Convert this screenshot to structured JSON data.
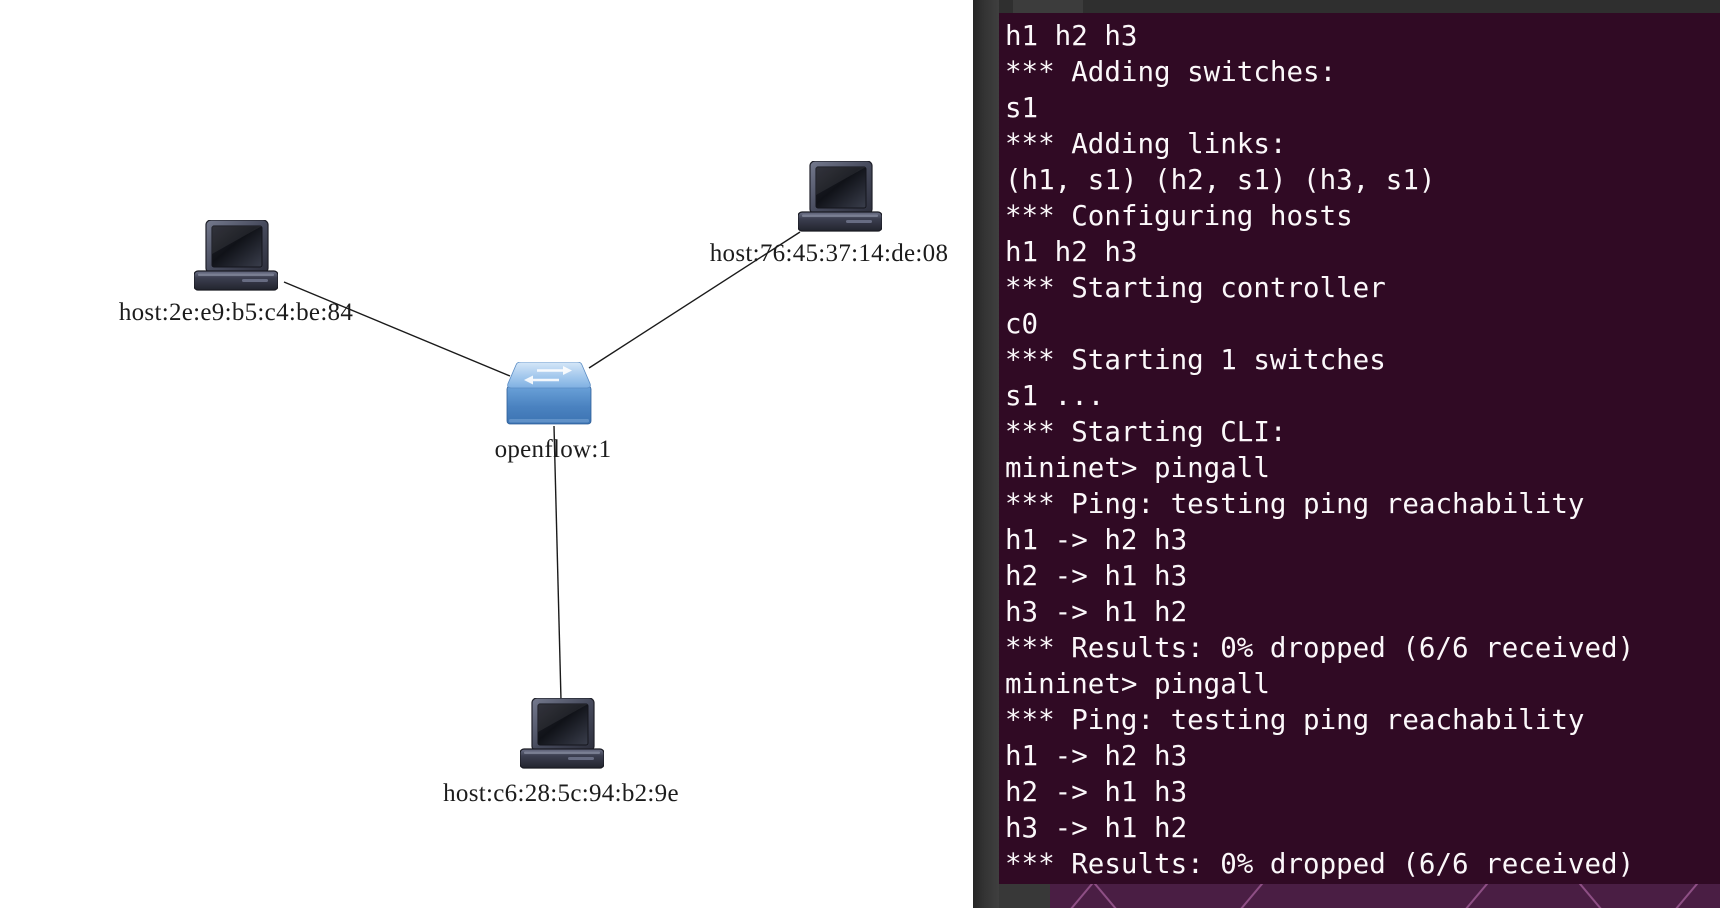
{
  "app": {
    "name": "network topology viewer with mininet terminal"
  },
  "topology": {
    "nodes": [
      {
        "id": "host-top-left",
        "type": "host",
        "icon": "laptop-icon",
        "label": "host:2e:e9:b5:c4:be:84"
      },
      {
        "id": "host-top-right",
        "type": "host",
        "icon": "laptop-icon",
        "label": "host:76:45:37:14:de:08"
      },
      {
        "id": "switch-center",
        "type": "switch",
        "icon": "switch-icon",
        "label": "openflow:1"
      },
      {
        "id": "host-bottom",
        "type": "host",
        "icon": "laptop-icon",
        "label": "host:c6:28:5c:94:b2:9e"
      }
    ],
    "links": [
      {
        "from": "host:2e:e9:b5:c4:be:84",
        "to": "openflow:1"
      },
      {
        "from": "host:76:45:37:14:de:08",
        "to": "openflow:1"
      },
      {
        "from": "host:c6:28:5c:94:b2:9e",
        "to": "openflow:1"
      }
    ]
  },
  "terminal": {
    "lines": [
      "h1 h2 h3",
      "*** Adding switches:",
      "s1",
      "*** Adding links:",
      "(h1, s1) (h2, s1) (h3, s1)",
      "*** Configuring hosts",
      "h1 h2 h3",
      "*** Starting controller",
      "c0",
      "*** Starting 1 switches",
      "s1 ...",
      "*** Starting CLI:",
      "mininet> pingall",
      "*** Ping: testing ping reachability",
      "h1 -> h2 h3",
      "h2 -> h1 h3",
      "h3 -> h1 h2",
      "*** Results: 0% dropped (6/6 received)",
      "mininet> pingall",
      "*** Ping: testing ping reachability",
      "h1 -> h2 h3",
      "h2 -> h1 h3",
      "h3 -> h1 h2",
      "*** Results: 0% dropped (6/6 received)"
    ],
    "colors": {
      "background": "#300A24",
      "text": "#FFFFFF",
      "frame": "#333333",
      "header": "#2F2F2F",
      "header_tab": "#3C3C3C"
    }
  },
  "wallpaper": {
    "base": "#4A1E44",
    "line": "#A75F9D"
  },
  "canvas": {
    "background": "#FFFFFF",
    "link_color": "#1A1A1A",
    "label_color": "#1C1C1C",
    "switch_color": "#4E86C6"
  }
}
